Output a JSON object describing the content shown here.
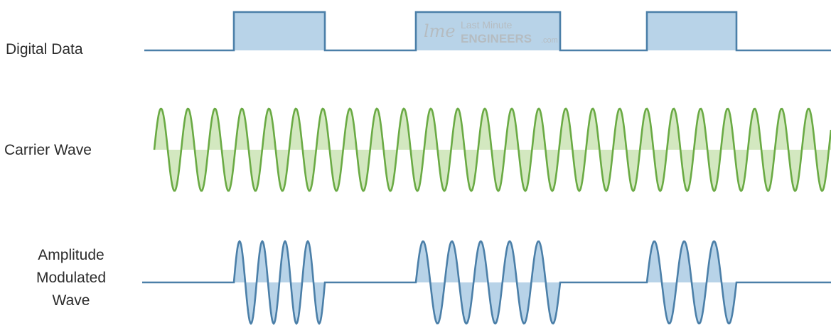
{
  "labels": {
    "digital_data": "Digital Data",
    "carrier_wave": "Carrier Wave",
    "am_line1": "Amplitude",
    "am_line2": "Modulated",
    "am_line3": "Wave"
  },
  "watermark": {
    "line1": "Last Minute",
    "line2": "ENGINEERS",
    "suffix": ".com",
    "logo_text": "lme"
  },
  "colors": {
    "digital_stroke": "#4b7fa8",
    "digital_fill": "#b8d3e8",
    "carrier_stroke": "#6aaa44",
    "carrier_fill": "#d3e8c0",
    "am_stroke": "#4b7fa8",
    "am_fill": "#b8d3e8",
    "watermark_text": "#b5b5b5"
  },
  "signal": {
    "bits": [
      0,
      1,
      0,
      1,
      0,
      1,
      0
    ],
    "high_segment_cycles": [
      4,
      5,
      3
    ],
    "carrier_cycles": 25
  }
}
